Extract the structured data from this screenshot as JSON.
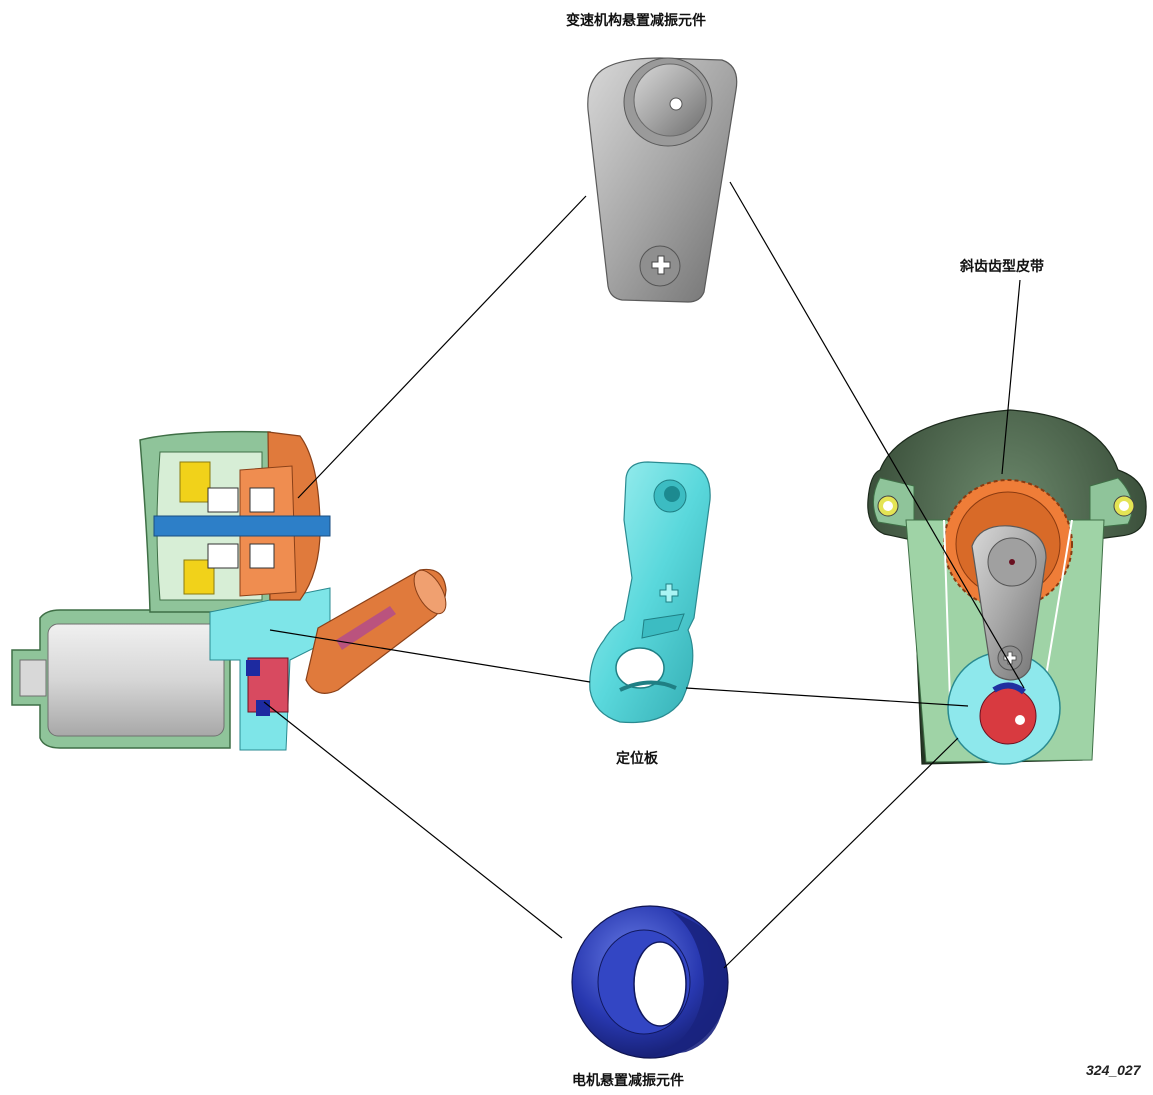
{
  "labels": {
    "transmission_mount_damper": "变速机构悬置减振元件",
    "helical_toothed_belt": "斜齿齿型皮带",
    "positioning_plate": "定位板",
    "motor_mount_damper": "电机悬置减振元件"
  },
  "figure_number": "324_027",
  "components": [
    {
      "name": "transmission-mount-damper",
      "color": "#a8a8a8"
    },
    {
      "name": "positioning-plate",
      "color": "#5ee0e0"
    },
    {
      "name": "motor-mount-damper",
      "color": "#2a3bb0"
    },
    {
      "name": "motor-housing",
      "color": "#8fc49a"
    },
    {
      "name": "orange-gear-housing",
      "color": "#e07a3c"
    }
  ]
}
